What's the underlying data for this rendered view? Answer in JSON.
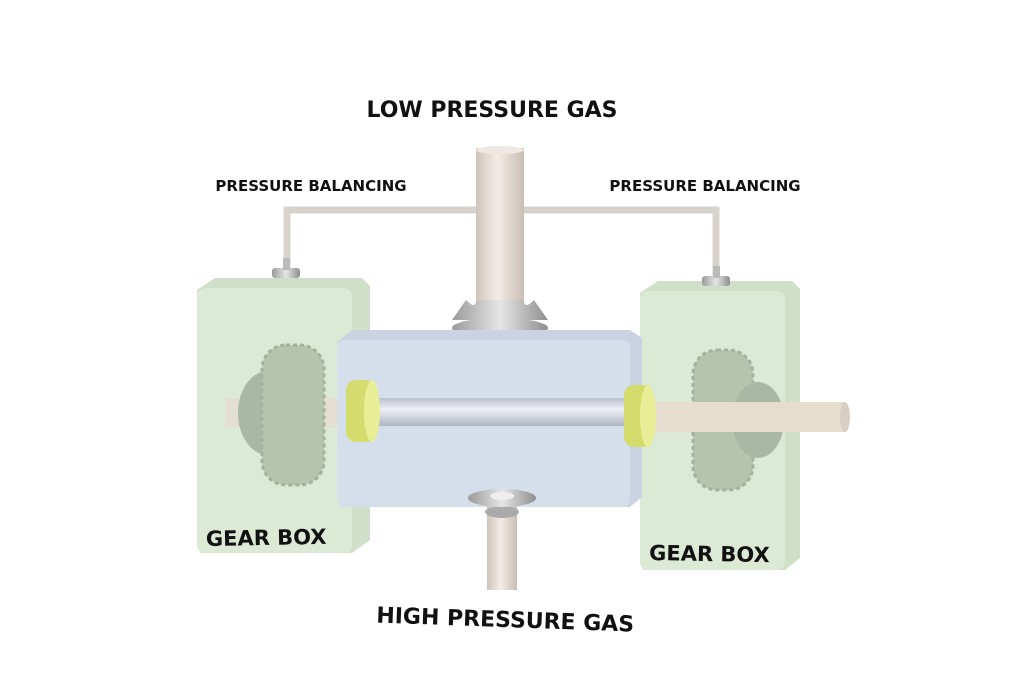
{
  "labels": {
    "low_pressure": "LOW PRESSURE GAS",
    "high_pressure": "HIGH PRESSURE GAS",
    "balancing_left": "PRESSURE BALANCING",
    "balancing_right": "PRESSURE BALANCING",
    "gearbox_left": "GEAR BOX",
    "gearbox_right": "GEAR BOX"
  },
  "colors": {
    "gearbox": "#dbe9d5",
    "housing": "#d6dfeb",
    "pipe": "#e8ded5",
    "seal": "#e2e985",
    "gear": "#b5c4ad",
    "flange": "#b8b8b8"
  }
}
